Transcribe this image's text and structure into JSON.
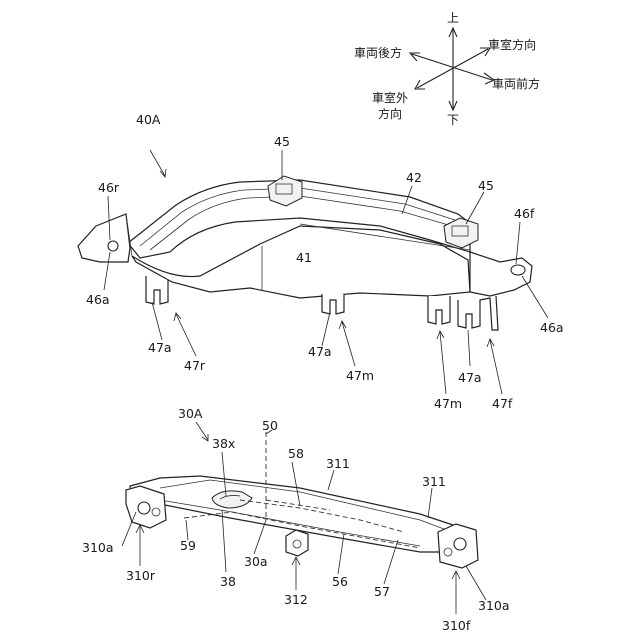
{
  "orientation": {
    "up": "上",
    "down": "下",
    "vehicle_rear": "車両後方",
    "cabin_direction": "車室方向",
    "vehicle_front": "車両前方",
    "outside_line1": "車室外",
    "outside_line2": "方向"
  },
  "upper_part": {
    "assembly": "40A",
    "clip_left": "45",
    "clip_right": "45",
    "rib_top": "42",
    "body": "41",
    "rear_tab": "46r",
    "rear_hole": "46a",
    "front_tab": "46f",
    "front_hole": "46a",
    "leg_a_left": "47a",
    "leg_r": "47r",
    "leg_a_mid": "47a",
    "leg_m_mid": "47m",
    "leg_m_right": "47m",
    "leg_a_right": "47a",
    "leg_f": "47f"
  },
  "lower_part": {
    "assembly": "30A",
    "opening": "38x",
    "region": "50",
    "surface": "58",
    "edge_top": "311",
    "edge_right": "311",
    "rear_end_a": "310a",
    "rear_end": "310r",
    "dashed_left": "59",
    "base": "38",
    "base_a": "30a",
    "center_clip": "312",
    "dashed_mid": "56",
    "front_wall": "57",
    "front_end_a": "310a",
    "front_end": "310f"
  }
}
